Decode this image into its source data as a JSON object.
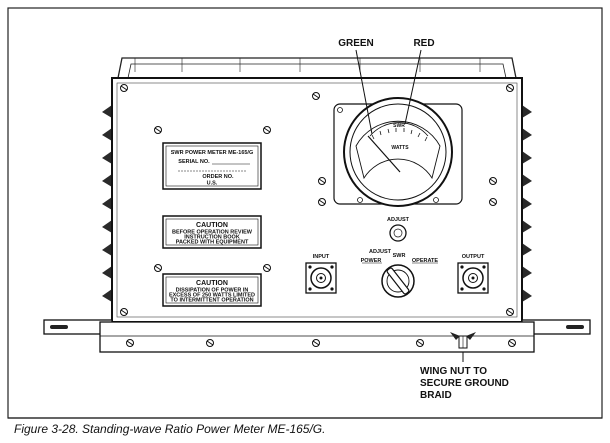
{
  "callouts": {
    "green": "GREEN",
    "red": "RED",
    "wing_nut": [
      "WING NUT TO",
      "SECURE GROUND",
      "BRAID"
    ]
  },
  "nameplate": {
    "title": "SWR POWER METER ME-165/G",
    "serial": "SERIAL NO.",
    "order": "ORDER NO.",
    "us": "U.S."
  },
  "caution1": {
    "heading": "CAUTION",
    "lines": [
      "BEFORE OPERATION REVIEW",
      "INSTRUCTION BOOK",
      "PACKED WITH EQUIPMENT"
    ]
  },
  "caution2": {
    "heading": "CAUTION",
    "lines": [
      "DISSIPATION OF POWER IN",
      "EXCESS OF 250 WATTS LIMITED",
      "TO INTERMITTENT OPERATION"
    ]
  },
  "meter": {
    "scale_label": "SWR",
    "unit_label": "WATTS"
  },
  "controls": {
    "adjust": "ADJUST",
    "input": "INPUT",
    "output": "OUTPUT",
    "selector_title": "ADJUST",
    "power": "POWER",
    "swr": "SWR",
    "operate": "OPERATE"
  },
  "caption": "Figure 3-28.  Standing-wave Ratio Power Meter ME-165/G."
}
